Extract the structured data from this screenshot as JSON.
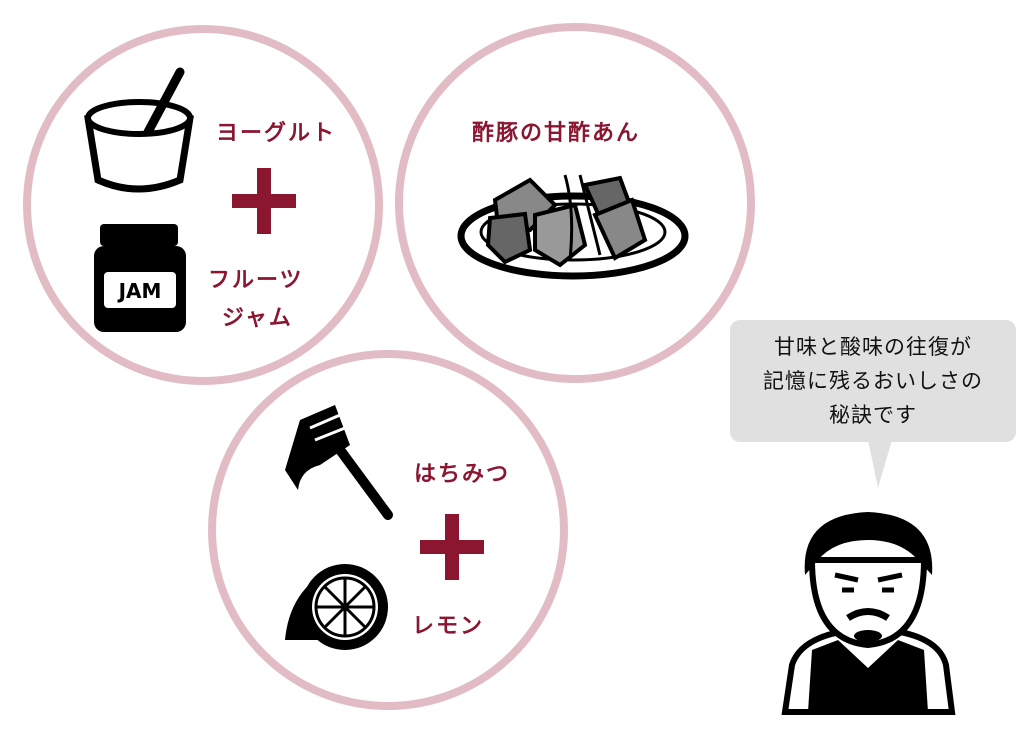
{
  "circles": [
    {
      "top_label": "ヨーグルト",
      "bottom_label_1": "フルーツ",
      "bottom_label_2": "ジャム",
      "jar_text": "JAM"
    },
    {
      "title": "酢豚の甘酢あん"
    },
    {
      "top_label": "はちみつ",
      "bottom_label": "レモン"
    }
  ],
  "speech": {
    "lines": [
      "甘味と酸味の往復が",
      "記憶に残るおいしさの",
      "秘訣です"
    ]
  },
  "colors": {
    "ring": "#e2bcc4",
    "accent": "#8a1630",
    "bubble": "#e0e0e0"
  }
}
